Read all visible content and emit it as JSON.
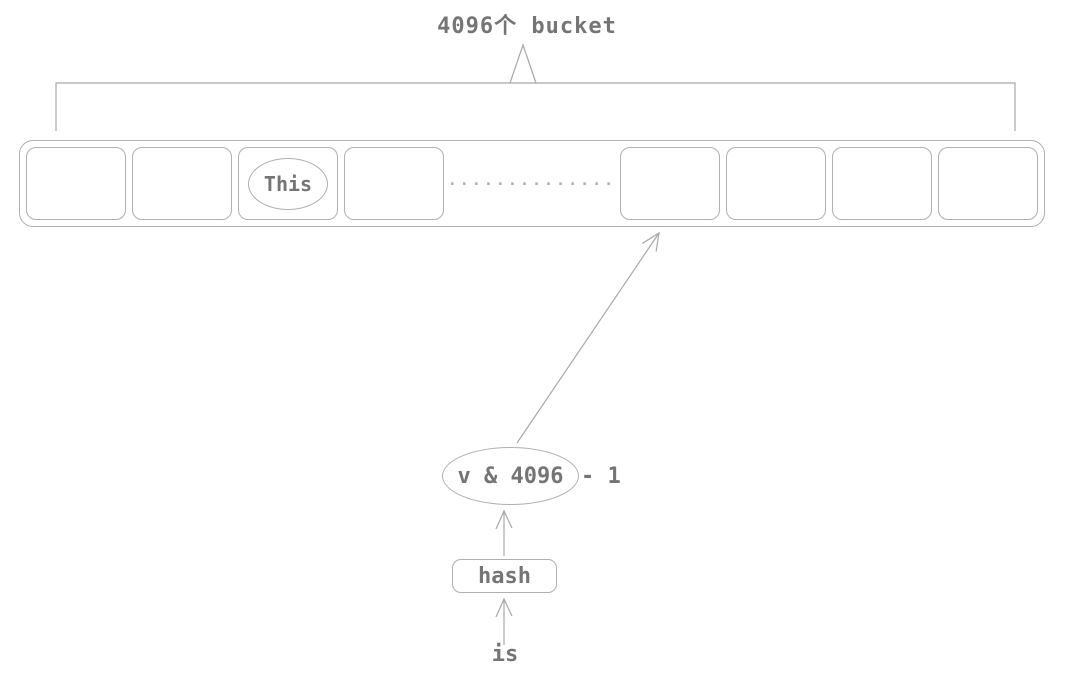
{
  "title": "4096个 bucket",
  "colors": {
    "stroke": "#b0b0b0",
    "line": "#a9a9a9",
    "text": "#757575"
  },
  "bucket_row": {
    "bucket_count_shown": 8,
    "highlight_label": "This",
    "ellipsis": "················"
  },
  "flow": {
    "expression_circled": "v & 4096",
    "expression_rest": "- 1",
    "hash_label": "hash",
    "input_label": "is"
  }
}
